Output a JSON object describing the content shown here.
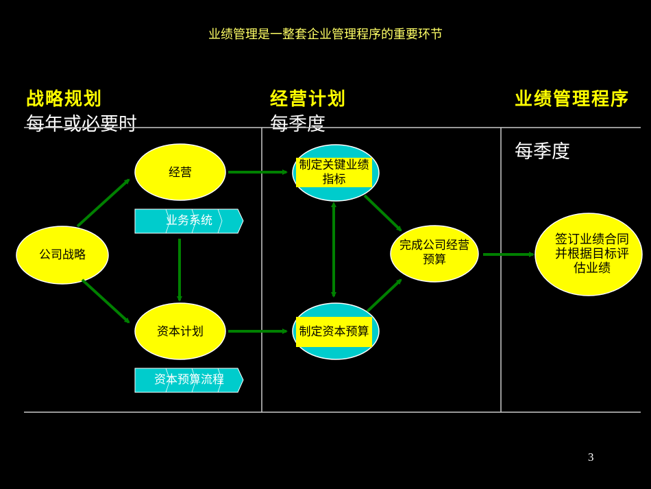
{
  "title": "业绩管理是一整套企业管理程序的重要环节",
  "columns": [
    {
      "heading": "战略规划",
      "frequency": "每年或必要时"
    },
    {
      "heading": "经营计划",
      "frequency": "每季度"
    },
    {
      "heading": "业绩管理程序",
      "frequency": "每季度"
    }
  ],
  "nodes": {
    "strategy": "公司战略",
    "operations": "经营",
    "capital_plan": "资本计划",
    "kpi": "制定关键业绩指标",
    "capital_budget": "制定资本预算",
    "complete_budget": "完成公司经营预算",
    "contract": "签订业绩合同并根据目标评估业绩"
  },
  "chevrons": {
    "business_system": "业务系统",
    "capital_budget_process": "资本预算流程"
  },
  "page_number": "3",
  "colors": {
    "yellow": "#ffff00",
    "cyan": "#00cccc",
    "arrow": "#008000"
  }
}
